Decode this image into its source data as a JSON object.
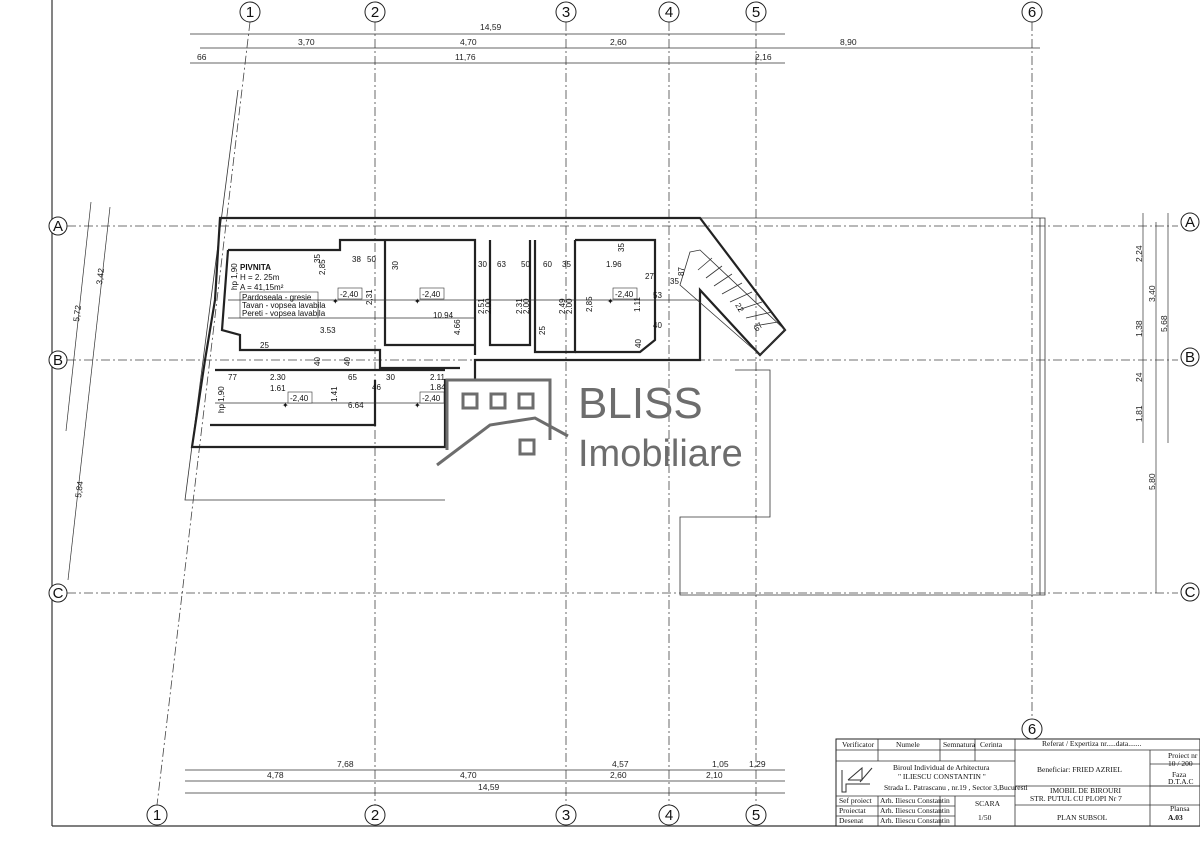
{
  "axes": {
    "columns": [
      "1",
      "2",
      "3",
      "4",
      "5",
      "6"
    ],
    "rows": [
      "A",
      "B",
      "C"
    ]
  },
  "dims_top": {
    "row1": [
      "14,59"
    ],
    "row2": [
      "3,70",
      "4,70",
      "2,60",
      "8,90"
    ],
    "row3": [
      "66",
      "11,76",
      "2,16"
    ]
  },
  "dims_bottom": {
    "row1": [
      "7,68",
      "4,57",
      "1,05",
      "1,29"
    ],
    "row2": [
      "4,78",
      "4,70",
      "2,60",
      "2,10"
    ],
    "row3": [
      "14,59"
    ]
  },
  "dims_left": [
    "5,72",
    "3,42",
    "5,84"
  ],
  "dims_right": [
    "2,24",
    "3,40",
    "5,68",
    "1,38",
    "24",
    "1,81",
    "5,80"
  ],
  "room": {
    "name": "PIVNITA",
    "height": "H = 2. 25m",
    "area": "A = 41,15m²",
    "finishes": [
      "Pardoseala - gresie",
      "Tavan  - vopsea lavabila",
      "Pereti  - vopsea lavabila"
    ],
    "hp_labels": [
      "hp 1,90",
      "hp 1,90"
    ]
  },
  "levels": [
    "-2,40",
    "-2,40",
    "-2,40",
    "-2,40",
    "-2,40"
  ],
  "inner_dims": [
    "2,85",
    "35",
    "38",
    "50",
    "30",
    "2,31",
    "10.94",
    "3.53",
    "25",
    "4.66",
    "40",
    "40",
    "77",
    "2.30",
    "1.61",
    "65",
    "46",
    "30",
    "2.11",
    "1.84",
    "1.41",
    "6.64",
    "30",
    "63",
    "50",
    "60",
    "35",
    "1.96",
    "35",
    "27",
    "87",
    "35",
    "53",
    "1.11",
    "40",
    "40",
    "22",
    "67",
    "2.51",
    "2.00",
    "2.31",
    "2.00",
    "2.49",
    "2.00",
    "2,85",
    "25"
  ],
  "logo": {
    "brand": "BLISS",
    "sub": "Imobiliare"
  },
  "title_block": {
    "headers": [
      "Verificator",
      "Numele",
      "Semnatura",
      "Cerinta",
      "Referat / Expertiza    nr.....data......."
    ],
    "firm": [
      "Biroul Individual de Arhitectura",
      "\" ILIESCU CONSTANTIN \"",
      "Strada L. Patrascanu , nr.19 , Sector 3,Bucuresti"
    ],
    "roles": [
      {
        "role": "Sef proiect",
        "name": "Arh. Iliescu Constantin"
      },
      {
        "role": "Proiectat",
        "name": "Arh. Iliescu Constantin"
      },
      {
        "role": "Desenat",
        "name": "Arh. Iliescu Constantin"
      }
    ],
    "scale_label": "SCARA",
    "scale": "1/50",
    "beneficiar": "Beneficiar: FRIED AZRIEL",
    "project_title": [
      "IMOBIL DE BIROURI",
      "STR. PUTUL CU PLOPI  Nr 7"
    ],
    "sheet_title": "PLAN SUBSOL",
    "proiect_label": "Proiect  nr",
    "proiect_value": "10 / 200",
    "faza_label": "Faza",
    "faza_value": "D.T.A.C",
    "plansa_label": "Plansa",
    "plansa_value": "A.03"
  }
}
